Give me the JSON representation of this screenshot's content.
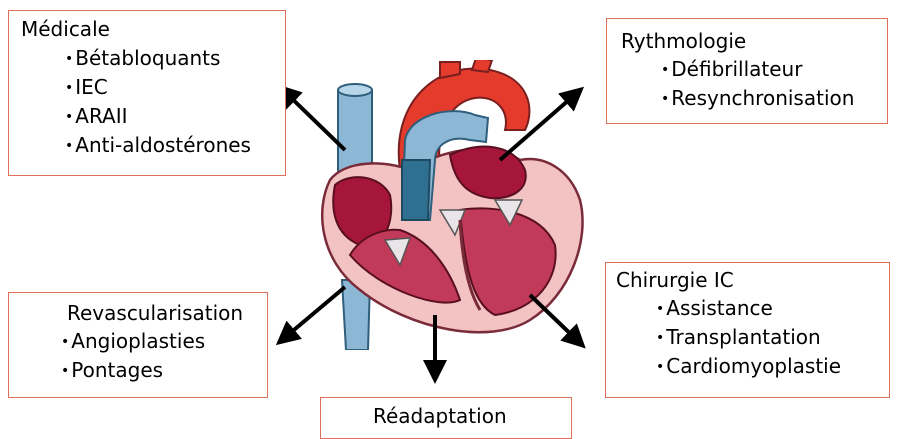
{
  "medicale": {
    "title": "Médicale",
    "items": [
      "Bétabloquants",
      "IEC",
      "ARAII",
      "Anti-aldostérones"
    ]
  },
  "rythmologie": {
    "title": "Rythmologie",
    "items": [
      "Défibrillateur",
      "Resynchronisation"
    ]
  },
  "revascularisation": {
    "title": "Revascularisation",
    "items": [
      "Angioplasties",
      "Pontages"
    ]
  },
  "chirurgie": {
    "title": "Chirurgie IC",
    "items": [
      "Assistance",
      "Transplantation",
      "Cardiomyoplastie"
    ]
  },
  "readaptation": {
    "title": "Réadaptation"
  },
  "colors": {
    "box_border": "#e0705a",
    "arrow": "#000000",
    "heart_red": "#e53b2c",
    "heart_dark": "#a6163a",
    "vessel_blue": "#8cb8d6",
    "vessel_dark_blue": "#2f6f8f",
    "heart_pink": "#f3c2c2"
  }
}
